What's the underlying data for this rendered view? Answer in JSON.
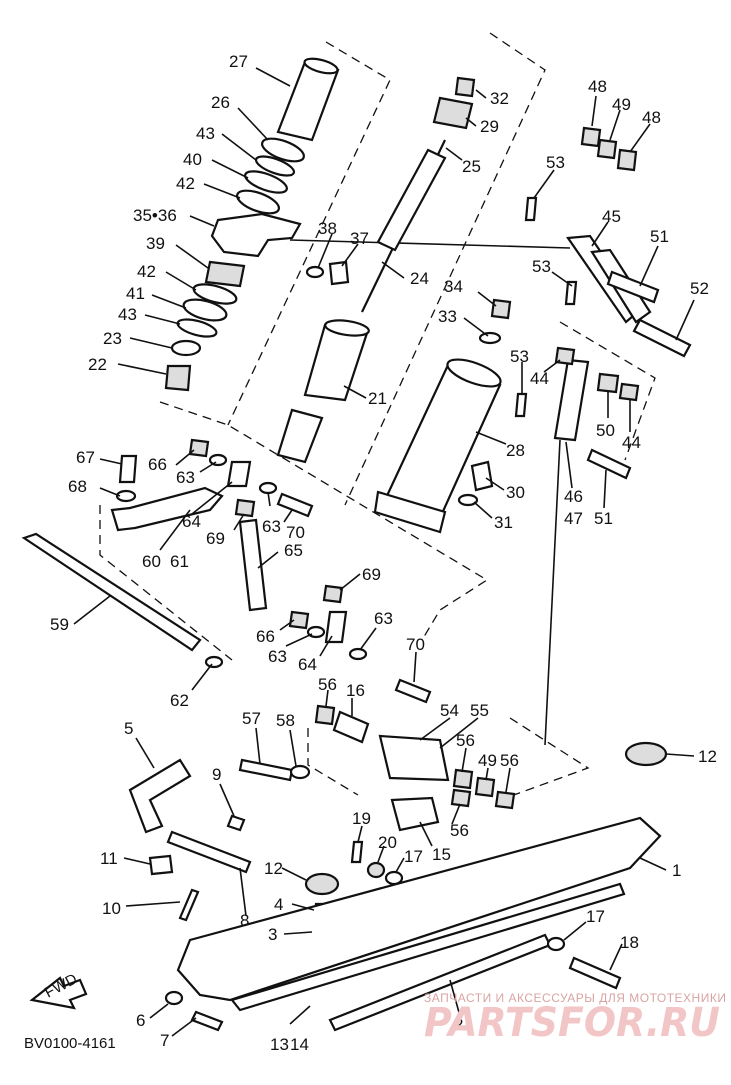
{
  "diagram": {
    "code": "BV0100-4161",
    "fwd_label": "FWD",
    "watermark_line1": "ЗАПЧАСТИ И АКСЕССУАРЫ ДЛЯ МОТОТЕХНИКИ",
    "watermark_line2": "PARTSFOR.RU",
    "labels": [
      "27",
      "26",
      "43",
      "40",
      "42",
      "35•36",
      "39",
      "42",
      "41",
      "43",
      "23",
      "22",
      "38",
      "37",
      "32",
      "29",
      "25",
      "24",
      "21",
      "48",
      "49",
      "48",
      "53",
      "45",
      "51",
      "53",
      "52",
      "34",
      "33",
      "28",
      "53",
      "44",
      "50",
      "44",
      "46",
      "47",
      "51",
      "30",
      "31",
      "67",
      "66",
      "63",
      "68",
      "64",
      "63",
      "70",
      "69",
      "60",
      "61",
      "65",
      "69",
      "59",
      "62",
      "66",
      "63",
      "64",
      "63",
      "70",
      "5",
      "57",
      "58",
      "56",
      "16",
      "54",
      "55",
      "56",
      "49",
      "56",
      "12",
      "9",
      "19",
      "20",
      "17",
      "56",
      "15",
      "11",
      "12",
      "10",
      "4",
      "8",
      "1",
      "3",
      "17",
      "18",
      "6",
      "7",
      "13",
      "14",
      "2"
    ]
  }
}
